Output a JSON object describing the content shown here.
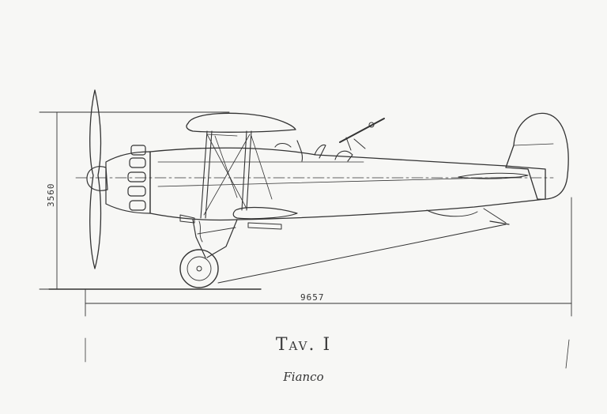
{
  "dimensions": {
    "height": "3560",
    "length": "9657"
  },
  "caption": {
    "title": "Tav. I",
    "subtitle": "Fianco"
  },
  "colors": {
    "paper": "#f7f7f5",
    "ink": "#333333"
  }
}
